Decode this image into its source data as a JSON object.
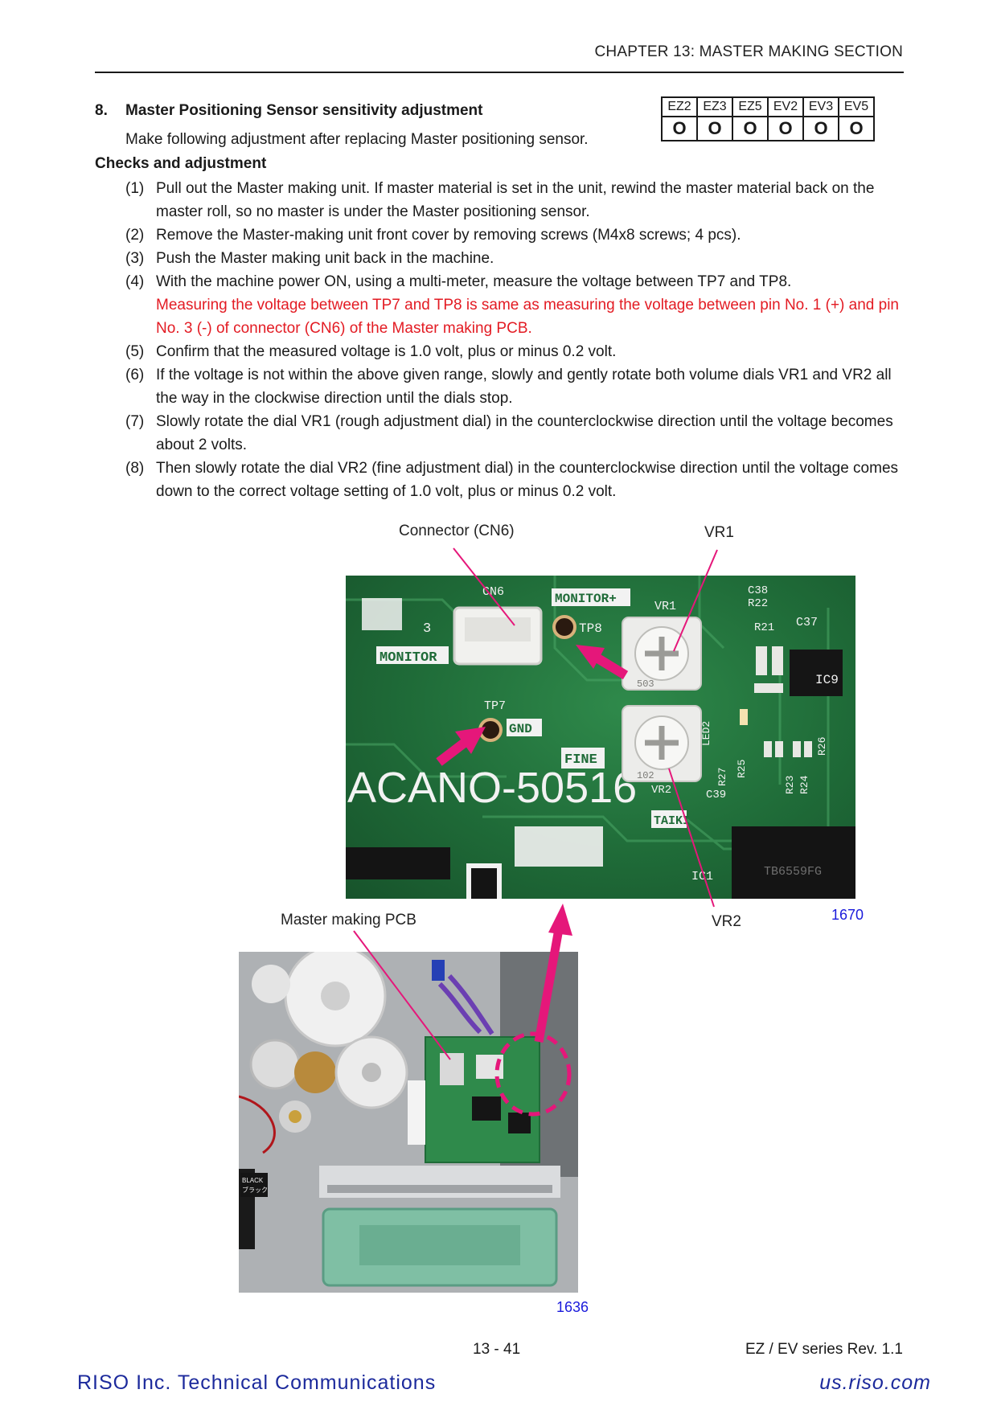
{
  "header": {
    "chapter": "CHAPTER 13: MASTER MAKING SECTION"
  },
  "section": {
    "number": "8.",
    "title": "Master Positioning Sensor sensitivity adjustment",
    "intro": "Make following adjustment after replacing Master positioning sensor.",
    "checks_heading": "Checks and adjustment"
  },
  "compat_table": {
    "models": [
      "EZ2",
      "EZ3",
      "EZ5",
      "EV2",
      "EV3",
      "EV5"
    ],
    "marks": [
      "O",
      "O",
      "O",
      "O",
      "O",
      "O"
    ]
  },
  "steps": [
    {
      "num": "(1)",
      "text": "Pull out the Master making unit. If master material is set in the unit, rewind the master material back on the master roll, so no master is under the Master positioning sensor.",
      "note": ""
    },
    {
      "num": "(2)",
      "text": "Remove the Master-making unit front cover by removing screws (M4x8 screws; 4 pcs).",
      "note": ""
    },
    {
      "num": "(3)",
      "text": "Push the Master making unit back in the machine.",
      "note": ""
    },
    {
      "num": "(4)",
      "text": "With the machine power ON, using a multi-meter, measure the voltage between TP7 and TP8.",
      "note": "Measuring the voltage between TP7 and TP8 is same as measuring the voltage between pin No. 1 (+) and pin No. 3 (-) of connector (CN6) of the Master making PCB."
    },
    {
      "num": "(5)",
      "text": "Confirm that the measured voltage is 1.0 volt, plus or minus 0.2 volt.",
      "note": ""
    },
    {
      "num": "(6)",
      "text": "If the voltage is not within the above given range, slowly and gently rotate both volume dials VR1 and VR2 all the way in the clockwise direction until the dials stop.",
      "note": ""
    },
    {
      "num": "(7)",
      "text": "Slowly rotate the dial VR1 (rough adjustment dial) in the counterclockwise direction until the voltage becomes about 2 volts.",
      "note": ""
    },
    {
      "num": "(8)",
      "text": "Then slowly rotate the dial VR2 (fine adjustment dial) in the counterclockwise direction until the voltage comes down to the correct voltage setting of 1.0 volt, plus or minus 0.2 volt.",
      "note": ""
    }
  ],
  "figure": {
    "label_connector": "Connector (CN6)",
    "label_vr1": "VR1",
    "label_vr2": "VR2",
    "label_pcb": "Master making PCB",
    "fig_top_num": "1670",
    "fig_bottom_num": "1636",
    "pcb_print": {
      "board_id": "ACANO-50516",
      "cn6": "CN6",
      "monitor_plus": "MONITOR+",
      "monitor": "MONITOR",
      "tp8": "TP8",
      "tp7": "TP7",
      "gnd": "GND",
      "fine": "FINE",
      "taiki": "TAIKI",
      "vr1": "VR1",
      "vr2": "VR2",
      "c38": "C38",
      "r22": "R22",
      "c37": "C37",
      "r21": "R21",
      "ic9": "IC9",
      "led2": "LED2",
      "r26": "R26",
      "r27": "R27",
      "r25": "R25",
      "r23": "R23",
      "r24": "R24",
      "c39": "C39",
      "ic1": "IC1",
      "pin3": "3",
      "vr1_code": "503",
      "vr2_code": "102",
      "chip": "TB6559FG"
    },
    "machine_print": {
      "sticker_en": "BLACK",
      "sticker_jp": "ブラック"
    }
  },
  "footer": {
    "page": "13 - 41",
    "revision": "EZ / EV series Rev. 1.1",
    "brand_left": "RISO Inc. Technical Communications",
    "brand_right": "us.riso.com"
  },
  "colors": {
    "note_red": "#e31b23",
    "arrow_magenta": "#e5177a",
    "pcb_green": "#1f6b38",
    "brand_blue": "#1c2a9c",
    "fig_num_blue": "#1a1adb"
  }
}
